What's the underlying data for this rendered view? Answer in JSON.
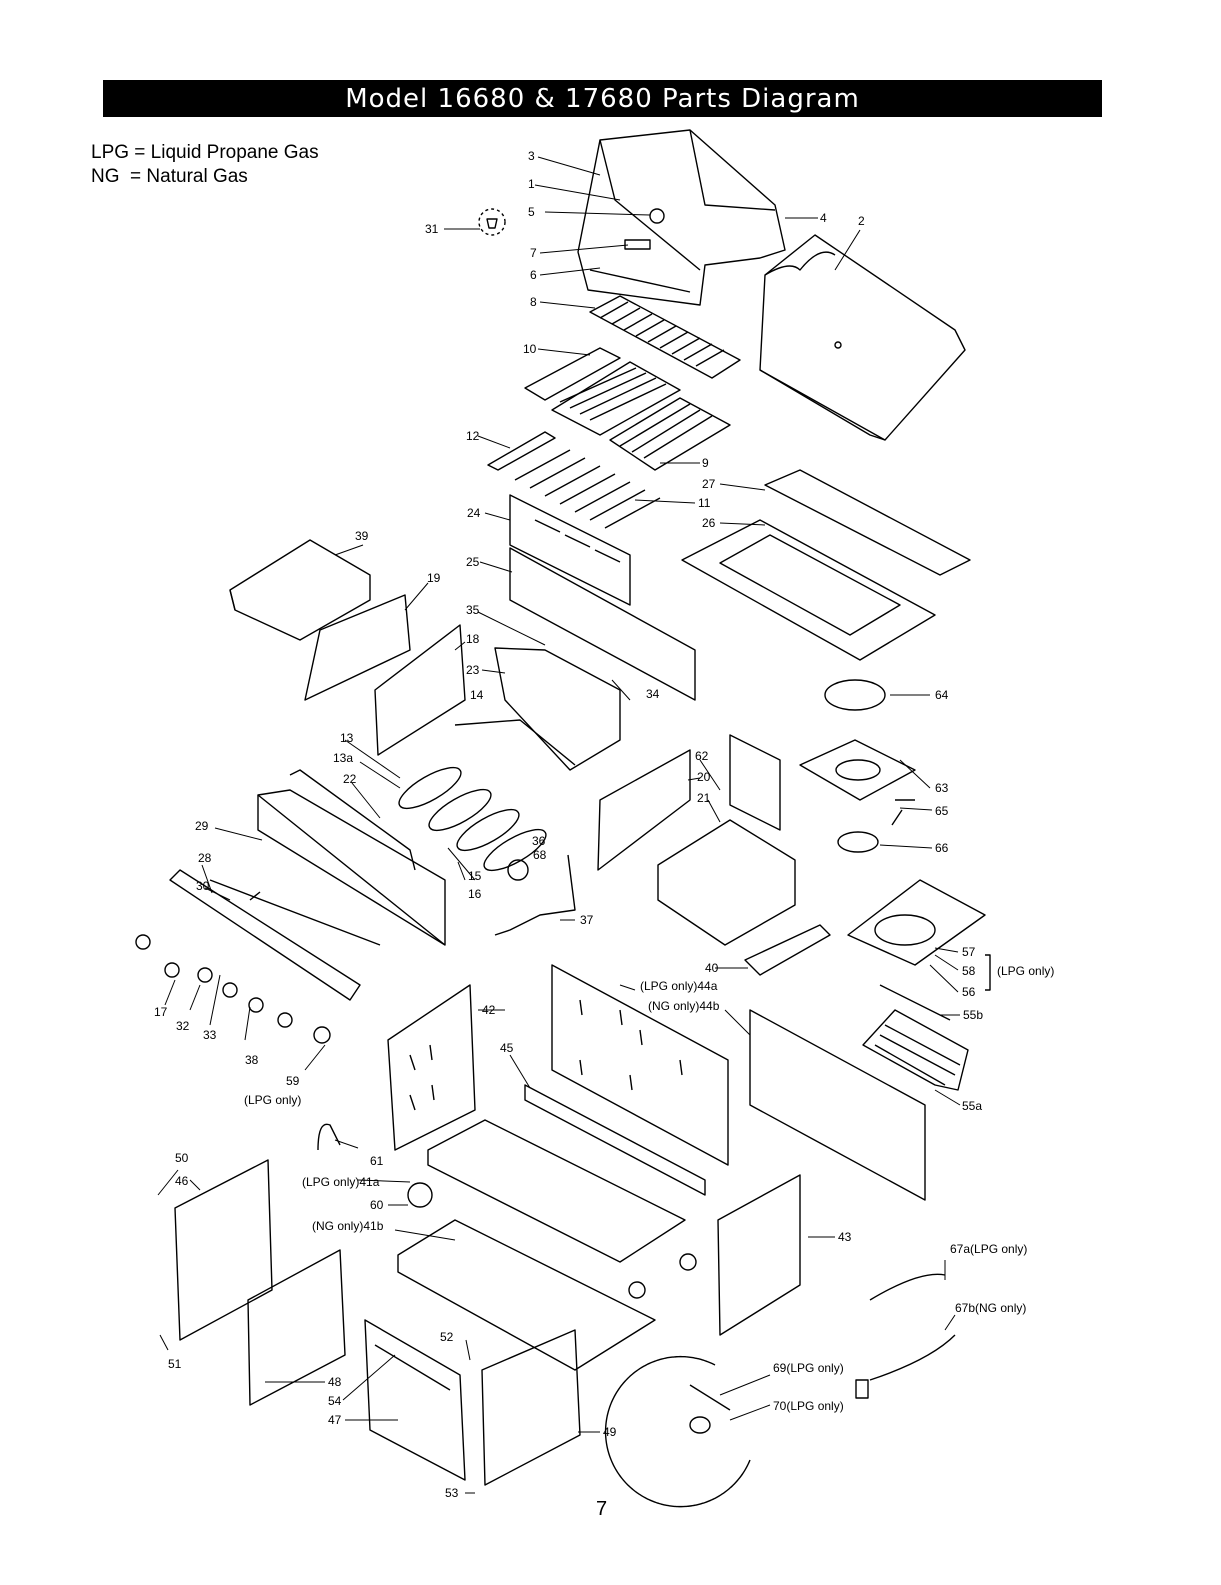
{
  "title": "Model 16680 & 17680 Parts Diagram",
  "legend": [
    {
      "abbr": "LPG",
      "meaning": "Liquid Propane Gas",
      "text": "LPG = Liquid Propane Gas"
    },
    {
      "abbr": "NG",
      "meaning": "Natural Gas",
      "text": "NG  = Natural Gas"
    }
  ],
  "page_number": "7",
  "part_labels": {
    "p1": "1",
    "p2": "2",
    "p3": "3",
    "p4": "4",
    "p5": "5",
    "p6": "6",
    "p7": "7",
    "p8": "8",
    "p9": "9",
    "p10": "10",
    "p11": "11",
    "p12": "12",
    "p13": "13",
    "p13a": "13a",
    "p14": "14",
    "p15": "15",
    "p16": "16",
    "p17": "17",
    "p18": "18",
    "p19": "19",
    "p20": "20",
    "p21": "21",
    "p22": "22",
    "p23": "23",
    "p24": "24",
    "p25": "25",
    "p26": "26",
    "p27": "27",
    "p28": "28",
    "p29": "29",
    "p30": "30",
    "p31": "31",
    "p32": "32",
    "p33": "33",
    "p34": "34",
    "p35": "35",
    "p36": "36",
    "p37": "37",
    "p38": "38",
    "p39": "39",
    "p40": "40",
    "p41a": "(LPG only)41a",
    "p41b": "(NG only)41b",
    "p42": "42",
    "p43": "43",
    "p44a": "(LPG only)44a",
    "p44b": "(NG only)44b",
    "p45": "45",
    "p46": "46",
    "p47": "47",
    "p48": "48",
    "p49": "49",
    "p50": "50",
    "p51": "51",
    "p52": "52",
    "p53": "53",
    "p54": "54",
    "p55a": "55a",
    "p55b": "55b",
    "p56": "56",
    "p57": "57",
    "p58": "58",
    "p58note": "(LPG only)",
    "p59": "59",
    "p59note": "(LPG only)",
    "p60": "60",
    "p61": "61",
    "p62": "62",
    "p63": "63",
    "p64": "64",
    "p65": "65",
    "p66": "66",
    "p67a": "67a(LPG only)",
    "p67b": "67b(NG only)",
    "p68": "68",
    "p69": "69(LPG only)",
    "p70": "70(LPG only)"
  }
}
